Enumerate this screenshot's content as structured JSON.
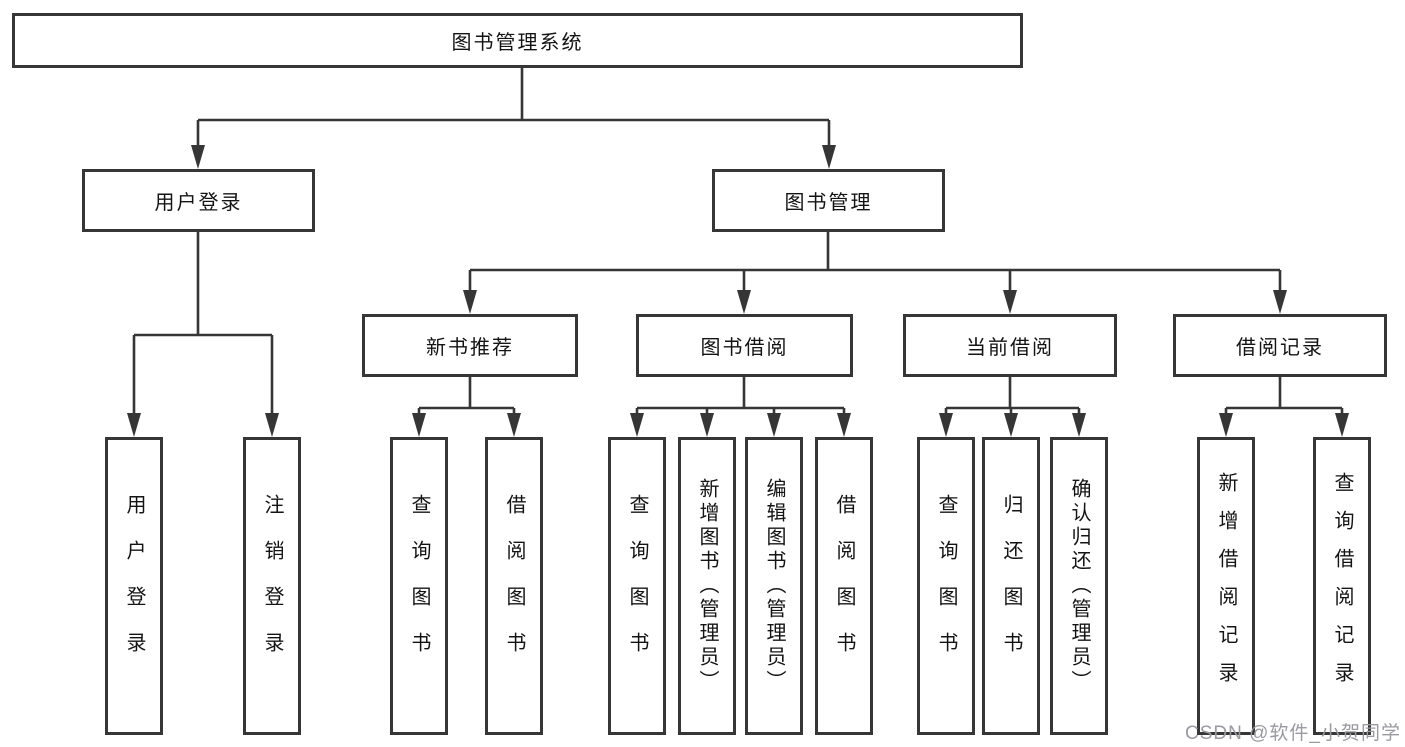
{
  "title": {
    "label": "图书管理系统"
  },
  "level2": [
    {
      "label": "用户登录"
    },
    {
      "label": "图书管理"
    }
  ],
  "level3": [
    {
      "label": "新书推荐",
      "parent": "图书管理"
    },
    {
      "label": "图书借阅",
      "parent": "图书管理"
    },
    {
      "label": "当前借阅",
      "parent": "图书管理"
    },
    {
      "label": "借阅记录",
      "parent": "图书管理"
    }
  ],
  "leaves": [
    {
      "label": "用户登录",
      "parent": "用户登录"
    },
    {
      "label": "注销登录",
      "parent": "用户登录"
    },
    {
      "label": "查询图书",
      "parent": "新书推荐"
    },
    {
      "label": "借阅图书",
      "parent": "新书推荐"
    },
    {
      "label": "查询图书",
      "parent": "图书借阅"
    },
    {
      "label": "新增图书（管理员）",
      "parent": "图书借阅"
    },
    {
      "label": "编辑图书（管理员）",
      "parent": "图书借阅"
    },
    {
      "label": "借阅图书",
      "parent": "图书借阅"
    },
    {
      "label": "查询图书",
      "parent": "当前借阅"
    },
    {
      "label": "归还图书",
      "parent": "当前借阅"
    },
    {
      "label": "确认归还（管理员）",
      "parent": "当前借阅"
    },
    {
      "label": "新增借阅记录",
      "parent": "借阅记录"
    },
    {
      "label": "查询借阅记录",
      "parent": "借阅记录"
    }
  ],
  "watermark": "CSDN @软件_小贺同学",
  "colors": {
    "line": "#363636",
    "text": "#141414",
    "background": "#ffffff",
    "watermark": "#9a9aa1"
  }
}
